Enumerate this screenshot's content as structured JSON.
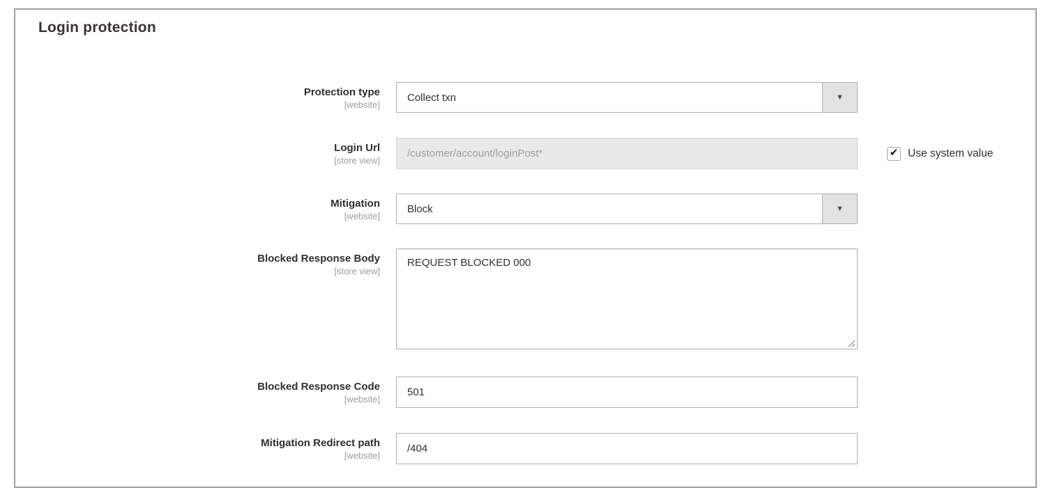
{
  "panel": {
    "title": "Login protection"
  },
  "colors": {
    "panel_border": "#9f9f9f",
    "input_border": "#adadad",
    "disabled_input_bg": "#e9e9e9",
    "select_arrow_bg": "#e3e3e3",
    "label_text": "#2f2f2f",
    "scope_text": "#9d9d9d",
    "title_text": "#3a3532"
  },
  "icons": {
    "select_arrow": "▼",
    "checkmark": "✔"
  },
  "fields": [
    {
      "id": "protection-type",
      "label": "Protection type",
      "scope": "[website]",
      "control": "select",
      "value": "Collect txn"
    },
    {
      "id": "login-url",
      "label": "Login Url",
      "scope": "[store view]",
      "control": "text",
      "value": "/customer/account/loginPost*",
      "disabled": true,
      "checkbox": {
        "label": "Use system value",
        "checked": true
      }
    },
    {
      "id": "mitigation",
      "label": "Mitigation",
      "scope": "[website]",
      "control": "select",
      "value": "Block"
    },
    {
      "id": "blocked-response-body",
      "label": "Blocked Response Body",
      "scope": "[store view]",
      "control": "textarea",
      "value": "REQUEST BLOCKED 000"
    },
    {
      "id": "blocked-response-code",
      "label": "Blocked Response Code",
      "scope": "[website]",
      "control": "text",
      "value": "501"
    },
    {
      "id": "mitigation-redirect-path",
      "label": "Mitigation Redirect path",
      "scope": "[website]",
      "control": "text",
      "value": "/404"
    }
  ]
}
